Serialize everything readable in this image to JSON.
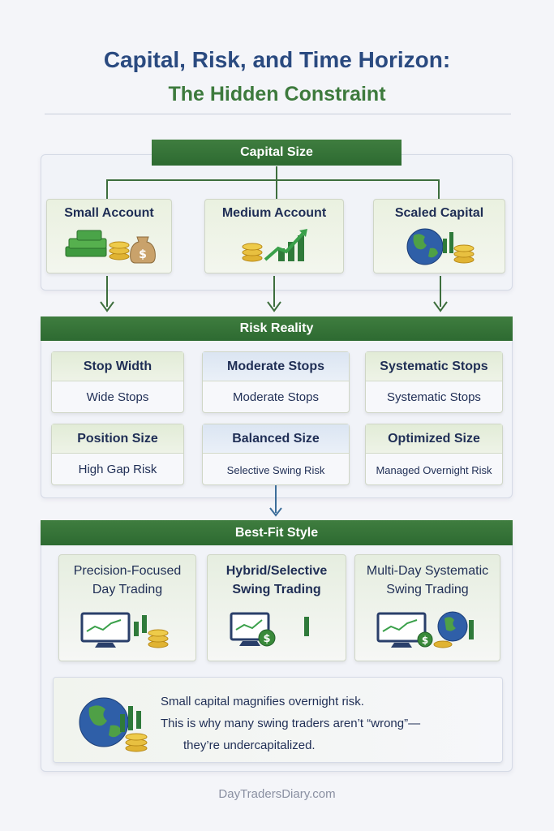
{
  "title": {
    "line1": "Capital, Risk, and Time Horizon:",
    "line2": "The Hidden Constraint"
  },
  "capital": {
    "header": "Capital Size",
    "cards": [
      {
        "label": "Small Account",
        "icon": "money-bag-icon"
      },
      {
        "label": "Medium Account",
        "icon": "growth-chart-icon"
      },
      {
        "label": "Scaled Capital",
        "icon": "globe-coins-icon"
      }
    ]
  },
  "risk": {
    "header": "Risk Reality",
    "columns": [
      {
        "stop_header": "Stop Width",
        "stop_value": "Wide Stops",
        "size_header": "Position Size",
        "size_value": "High Gap Risk"
      },
      {
        "stop_header": "Moderate Stops",
        "stop_value": "Moderate Stops",
        "size_header": "Balanced Size",
        "size_value": "Selective Swing Risk"
      },
      {
        "stop_header": "Systematic Stops",
        "stop_value": "Systematic Stops",
        "size_header": "Optimized Size",
        "size_value": "Managed Overnight Risk"
      }
    ]
  },
  "style": {
    "header": "Best-Fit Style",
    "cards": [
      {
        "line1": "Precision-Focused",
        "line2": "Day Trading",
        "icon": "monitor-coins-icon"
      },
      {
        "line1": "Hybrid/Selective",
        "line2": "Swing Trading",
        "icon": "monitor-moon-icon"
      },
      {
        "line1": "Multi-Day Systematic",
        "line2": "Swing Trading",
        "icon": "monitor-globe-icon"
      }
    ]
  },
  "note": {
    "line1": "Small capital magnifies overnight risk.",
    "line2": "This is why many swing traders aren’t “wrong”—",
    "line3": "they’re undercapitalized."
  },
  "footer": "DayTradersDiary.com",
  "colors": {
    "green": "#2f6b32",
    "navy": "#2a4a80",
    "title_green": "#3d7a3d"
  }
}
